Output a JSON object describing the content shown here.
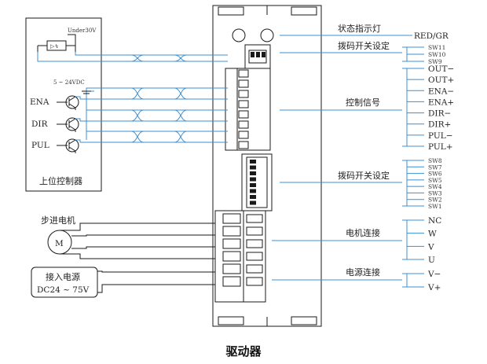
{
  "driver": {
    "caption": "驱动器",
    "status_led_label": "状态指示灯",
    "status_led_value": "RED/GR",
    "dip_upper_label": "拨码开关设定",
    "dip_upper_switches": [
      "SW11",
      "SW10",
      "SW9"
    ],
    "control_signal_label": "控制信号",
    "control_signals": [
      "OUT−",
      "OUT+",
      "ENA−",
      "ENA+",
      "DIR−",
      "DIR+",
      "PUL−",
      "PUL+"
    ],
    "dip_lower_label": "拨码开关设定",
    "dip_lower_switches": [
      "SW8",
      "SW7",
      "SW6",
      "SW5",
      "SW4",
      "SW3",
      "SW2",
      "SW1"
    ],
    "motor_conn_label": "电机连接",
    "motor_pins": [
      "NC",
      "W",
      "V",
      "U"
    ],
    "power_conn_label": "电源连接",
    "power_pins": [
      "V−",
      "V+"
    ]
  },
  "controller": {
    "title": "上位控制器",
    "under_voltage_note": "Under30V",
    "supply_note": "5 ~ 24VDC",
    "inputs": [
      "ENA",
      "DIR",
      "PUL"
    ]
  },
  "motor": {
    "label": "步进电机",
    "symbol": "M"
  },
  "power": {
    "label_line1": "接入电源",
    "label_line2": "DC24 ~ 75V"
  }
}
